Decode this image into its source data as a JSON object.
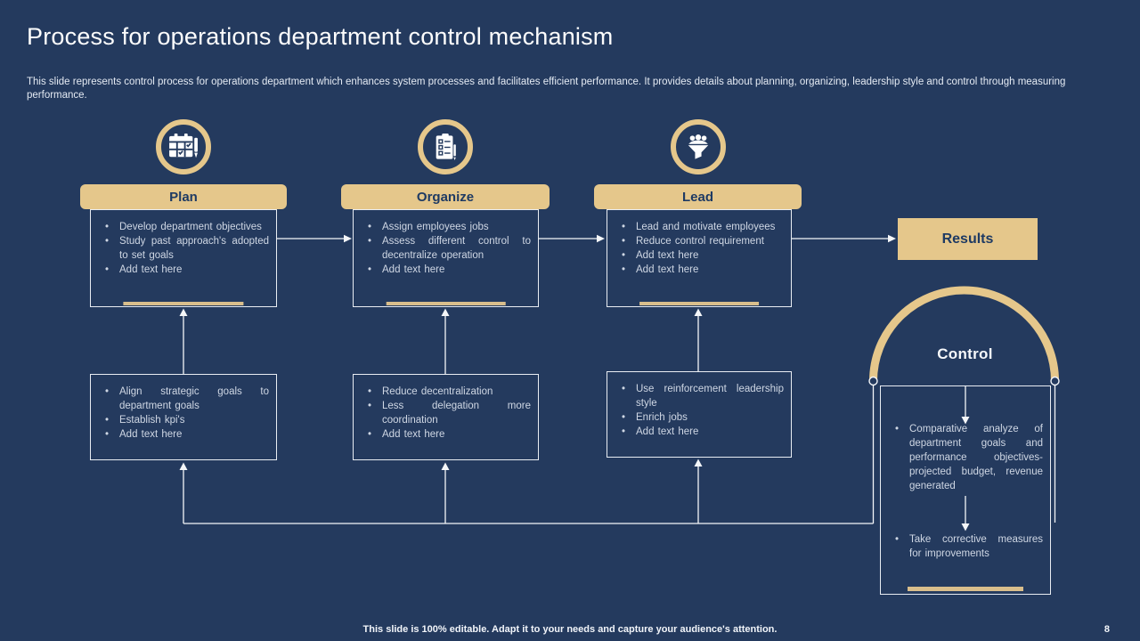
{
  "slide": {
    "title": "Process for operations department control mechanism",
    "description": "This slide represents control process for operations department which enhances system processes and facilitates efficient performance. It provides details about planning, organizing, leadership style and control through measuring performance.",
    "footer": "This slide is 100% editable. Adapt it to your needs and capture your audience's attention.",
    "page_number": "8"
  },
  "colors": {
    "background": "#243A5E",
    "accent_tan": "#E5C78B",
    "box_border": "#E9EDF3",
    "bullet_text": "#CFD7E4",
    "header_text": "#1E3A63"
  },
  "stages": [
    {
      "label": "Plan",
      "icon": "calendar-pencil-icon",
      "bullets": [
        "Develop department objectives",
        "Study past approach's adopted to set goals",
        "Add text here"
      ],
      "sub_bullets": [
        "Align strategic goals to department goals",
        "Establish kpi's",
        "Add text here"
      ]
    },
    {
      "label": "Organize",
      "icon": "clipboard-checklist-icon",
      "bullets": [
        "Assign employees jobs",
        "Assess different control to decentralize operation",
        "Add text here"
      ],
      "sub_bullets": [
        "Reduce decentralization",
        "Less delegation more coordination",
        "Add text here"
      ]
    },
    {
      "label": "Lead",
      "icon": "funnel-people-icon",
      "bullets": [
        "Lead and motivate employees",
        "Reduce control requirement",
        "Add text here",
        "Add text here"
      ],
      "sub_bullets": [
        "Use reinforcement leadership style",
        "Enrich jobs",
        "Add text here"
      ]
    }
  ],
  "results": {
    "label": "Results"
  },
  "control": {
    "label": "Control",
    "bullets": [
      "Comparative analyze of department goals and performance objectives- projected budget, revenue generated",
      "Take corrective measures for improvements"
    ]
  }
}
